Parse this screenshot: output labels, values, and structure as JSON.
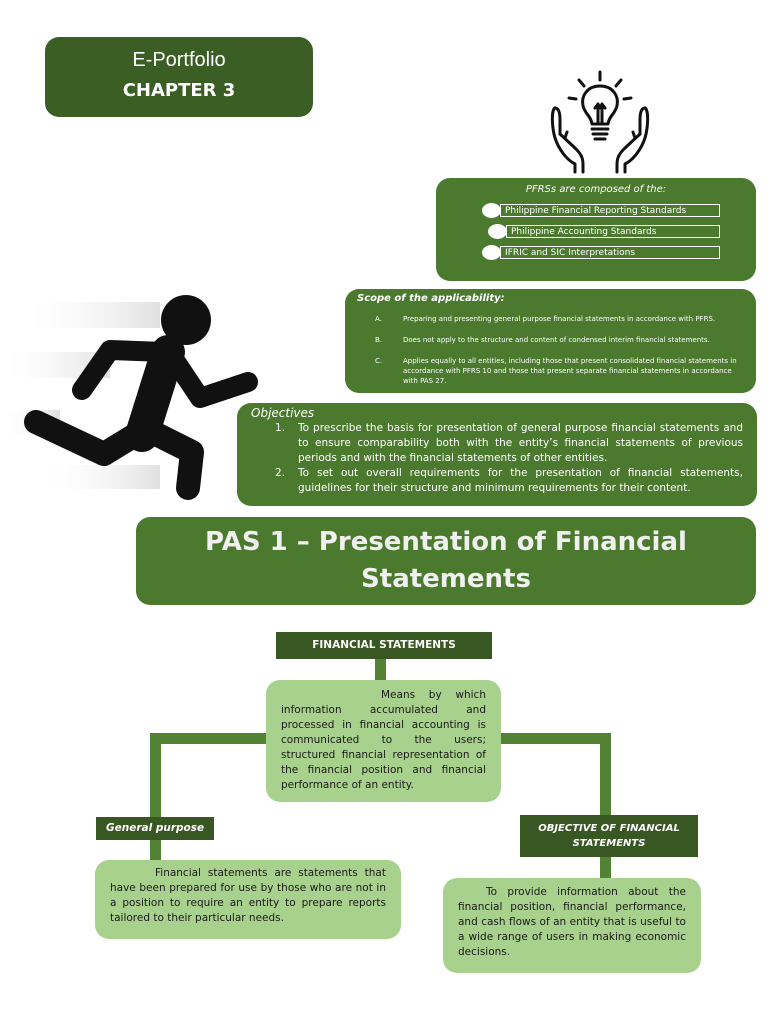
{
  "header": {
    "title": "E-Portfolio",
    "chapter": "CHAPTER 3"
  },
  "icons": {
    "idea": "lightbulb-in-hands-icon",
    "runner": "running-person-icon"
  },
  "pfrs": {
    "heading": "PFRSs are composed of the:",
    "items": [
      "Philippine Financial Reporting Standards",
      "Philippine Accounting Standards",
      "IFRIC and SIC Interpretations"
    ]
  },
  "scope": {
    "heading": "Scope of the applicability:",
    "items": [
      {
        "letter": "A.",
        "text": "Preparing and presenting general purpose financial statements in accordance with PFRS."
      },
      {
        "letter": "B.",
        "text": "Does not apply to the structure and content of condensed interim financial statements."
      },
      {
        "letter": "C.",
        "text": "Applies equally to all entities, including those that present consolidated financial statements in accordance with PFRS 10 and those that present separate financial statements in accordance with PAS 27."
      }
    ]
  },
  "objectives": {
    "heading": "Objectives",
    "items": [
      {
        "num": "1.",
        "text": "To prescribe the basis for presentation of general purpose financial statements and to ensure comparability both with the entity’s financial statements of previous periods and with the financial statements of other entities."
      },
      {
        "num": "2.",
        "text": "To set out overall requirements for the presentation of financial statements, guidelines for their structure and minimum requirements for their content."
      }
    ]
  },
  "pas_banner": {
    "line1": "PAS 1 – Presentation of Financial",
    "line2": "Statements"
  },
  "diagram": {
    "header": "FINANCIAL STATEMENTS",
    "definition": "Means by which information accumulated and processed in financial accounting is communicated to the users; structured financial representation of the financial position and financial performance of an entity.",
    "general_purpose_label": "General purpose",
    "general_purpose_text": "Financial statements are statements that have been prepared for use by those who are not in a position to require an entity to prepare reports tailored to their particular needs.",
    "objective_label": "OBJECTIVE OF FINANCIAL STATEMENTS",
    "objective_text": "To provide information about the financial position, financial performance, and cash flows of an entity that is useful to a wide range of users in making economic decisions."
  }
}
